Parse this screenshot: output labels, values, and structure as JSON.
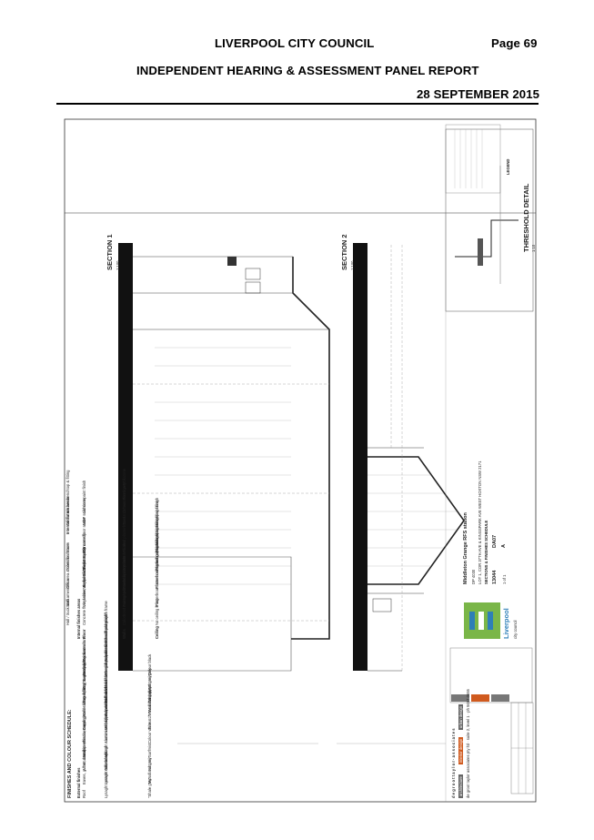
{
  "header": {
    "council": "LIVERPOOL CITY COUNCIL",
    "page": "Page 69",
    "report_title": "INDEPENDENT HEARING & ASSESSMENT PANEL REPORT",
    "date": "28 SEPTEMBER 2015"
  },
  "drawing": {
    "section1_label": "SECTION 1",
    "section1_scale": "1:100",
    "section2_label": "SECTION 2",
    "section2_scale": "1:100",
    "threshold_label": "THRESHOLD DETAIL",
    "threshold_scale": "1:10",
    "legend_title": "LEGEND",
    "schedule_title": "FINISHES AND COLOUR SCHEDULE:",
    "external_header": "External finishes",
    "internal_header": "Internal finishes areas",
    "schedule_columns": [
      "Floor",
      "Walls",
      "Ceiling"
    ],
    "external_items": [
      {
        "item": "Roof",
        "desc": "Lysaght custom orb, colorbond",
        "colour": "\"Shale grey\""
      },
      {
        "item": "Eaves, gutter, downpipe, fascia, capping",
        "desc": "Lysaght colorbond",
        "colour": "\"Woodland grey\""
      },
      {
        "item": "All structural steel",
        "desc": "Galvanised",
        "colour": "Natural"
      },
      {
        "item": "Walls",
        "desc": "Lysaght custom orb, rippled vertical colorbond",
        "colour": "Surfmist"
      },
      {
        "item": "Windows and glazed sliding doors",
        "desc": "Aluminium frames, powdercoated",
        "colour": "Colour white"
      },
      {
        "item": "Doors",
        "desc": "Metal fire rated hard solid core timber door, paint finish",
        "colour": "To match \"Woodland grey\""
      },
      {
        "item": "Roller shutter (front) & rear doors",
        "desc": "Colorbond finish",
        "colour": "\"Woodland grey\""
      },
      {
        "item": "Pan folding \"in glass sliding door",
        "desc": "Colorbond finish",
        "colour": "\"Woodland grey\""
      },
      {
        "item": "Stormwater bay",
        "desc": "Steel frame galvanised steel mesh panel infill",
        "colour": "Natural grey"
      },
      {
        "item": "Entry protection rails",
        "desc": "50 mild powdercoated with aluminium frame",
        "colour": "Colour black"
      },
      {
        "item": "Rainwater tank",
        "desc": "Colorbond \"Woodland grey\"",
        "colour": ""
      }
    ],
    "internal_items": [
      {
        "area": "Hall / truck area",
        "floor": "Concrete floor sealer, no specification",
        "walls": "Colorbond corrugated metal finish panels",
        "ceiling": "No ceiling lining"
      },
      {
        "area": "Staff amenities area & corridor",
        "floor": "Vinyl sheet Forbo Sarlon (or equal)",
        "walls": "Painted plasterboard",
        "ceiling": "Plasterboard steel ceiling lining, paint finish"
      },
      {
        "area": "Office",
        "floor": "Vinyl sheet Forbo Sarlon",
        "walls": "Painted plasterboard",
        "ceiling": "Plasterboard steel ceiling lining, paint finish"
      },
      {
        "area": "Toilet / bathroom",
        "floor": "Tiles 300x300 non-slip",
        "walls": "300x600 wall tiles",
        "ceiling": "Plasterboard steel ceiling lining, paint finish"
      },
      {
        "area": "Store",
        "floor": "Concrete floor sealer",
        "walls": "Painted plasterboard",
        "ceiling": "Plasterboard steel ceiling lining"
      },
      {
        "area": "Internal fixture areas",
        "floor": "",
        "walls": "",
        "ceiling": ""
      },
      {
        "area": "Doors",
        "floor": "MDF solid core paint finish",
        "walls": "To match \"woodland grey\"",
        "ceiling": ""
      },
      {
        "area": "Kitchen benchtop & fitting",
        "floor": "Laminate",
        "walls": "Colour: Formica Folkstone",
        "ceiling": ""
      }
    ],
    "architect_name": "d e   g r o o t   t a y l o r   ·   a s s o c i a t e s",
    "architect_tags": [
      "architecture",
      "interior design",
      "urban design"
    ],
    "architect_contact": "de groot taylor associates pty ltd  ·  suite 2, level 1  ·  ph 9457 0555",
    "logo_text": "Liverpool",
    "logo_sub": "city council",
    "project_title": "Middleton Grange RFS station",
    "project_number": "DP 4030",
    "project_address": "LOT 1, COR 37TH AVE & KINGSPARK AVE WEST HOXTON NSW 2171",
    "drawing_title": "SECTIONS & FINISHES SCHEDULE",
    "drawing_number": "13044",
    "drawing_code": "DA07",
    "revision": "A",
    "sheet_of": "1 of 1"
  }
}
